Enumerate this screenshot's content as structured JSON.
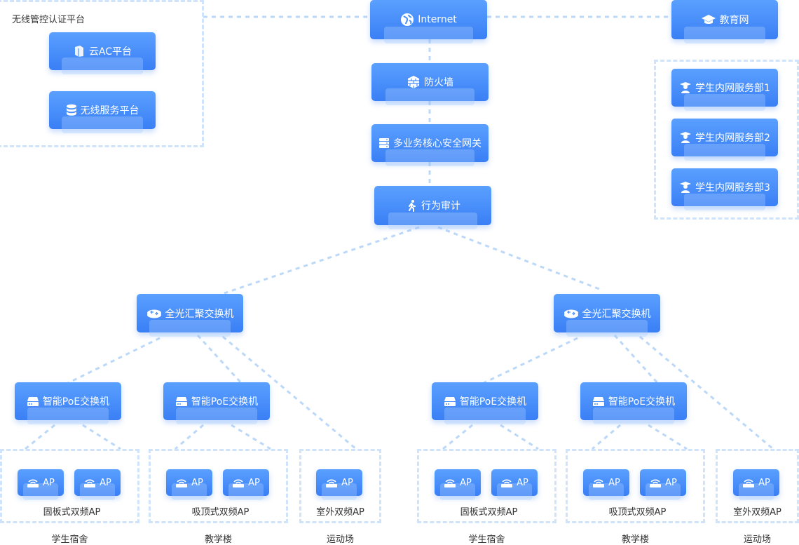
{
  "platform_group": {
    "title": "无线管控认证平台"
  },
  "nodes": {
    "internet": "Internet",
    "edu_net": "教育网",
    "cloud_ac": "云AC平台",
    "wireless_service": "无线服务平台",
    "firewall": "防火墙",
    "core_gateway": "多业务核心安全网关",
    "audit": "行为审计",
    "student_servers": [
      "学生内网服务部1",
      "学生内网服务部2",
      "学生内网服务部3"
    ],
    "aggregation_switch": "全光汇聚交换机",
    "poe_switch": "智能PoE交换机",
    "ap": "AP"
  },
  "ap_groups": {
    "panel": "固板式双频AP",
    "ceiling": "吸顶式双频AP",
    "outdoor": "室外双频AP"
  },
  "areas": {
    "dorm": "学生宿舍",
    "teaching": "教学楼",
    "sports": "运动场"
  },
  "icons": [
    "globe-icon",
    "graduation-cap-icon",
    "book-icon",
    "database-icon",
    "firewall-icon",
    "server-icon",
    "walking-person-icon",
    "router-icon",
    "switch-icon",
    "access-point-icon",
    "student-icon"
  ],
  "colors": {
    "node": "#4a8ffa",
    "line": "#bcd8f8",
    "zone_border": "#cfe3fb"
  }
}
